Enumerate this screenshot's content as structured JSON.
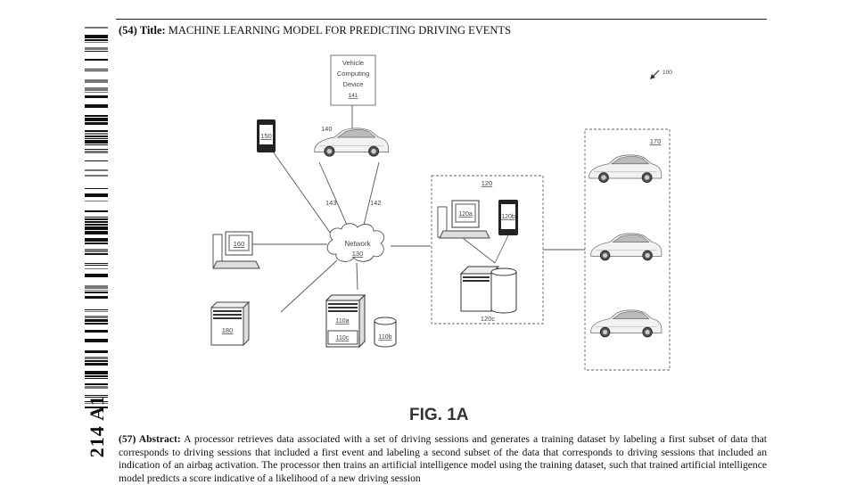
{
  "patent": {
    "publication_number_fragment": "214 A1",
    "title_label": "(54) Title:",
    "title": "MACHINE LEARNING MODEL FOR PREDICTING DRIVING EVENTS",
    "figure_caption": "FIG. 1A",
    "abstract_label": "(57) Abstract:",
    "abstract_text": "A processor retrieves data associated with a set of driving sessions and generates a training dataset by labeling a first subset of data that corresponds to driving sessions that included a first event and labeling a second subset of the data that corresponds to driving sessions that included an indication of an airbag activation. The processor then trains an artificial intelligence model using the training dataset, such that trained artificial intelligence model predicts a score indicative of a likelihood of a new driving session"
  },
  "figure": {
    "system_ref": "100",
    "vehicle_computing_device": {
      "line1": "Vehicle",
      "line2": "Computing",
      "line3": "Device",
      "ref": "141"
    },
    "vehicle_ref": "140",
    "link_refs": [
      "143",
      "142"
    ],
    "mobile_device_ref": "150",
    "desktop_ref": "160",
    "server_ref": "180",
    "network": {
      "label": "Network",
      "ref": "130"
    },
    "analytics_server": {
      "ref_a": "110a",
      "ref_c": "110c",
      "db_ref": "110b"
    },
    "group_120": {
      "ref": "120",
      "computer_ref": "120a",
      "tablet_ref": "120b",
      "storage_ref": "120c"
    },
    "fleet_ref": "170"
  }
}
